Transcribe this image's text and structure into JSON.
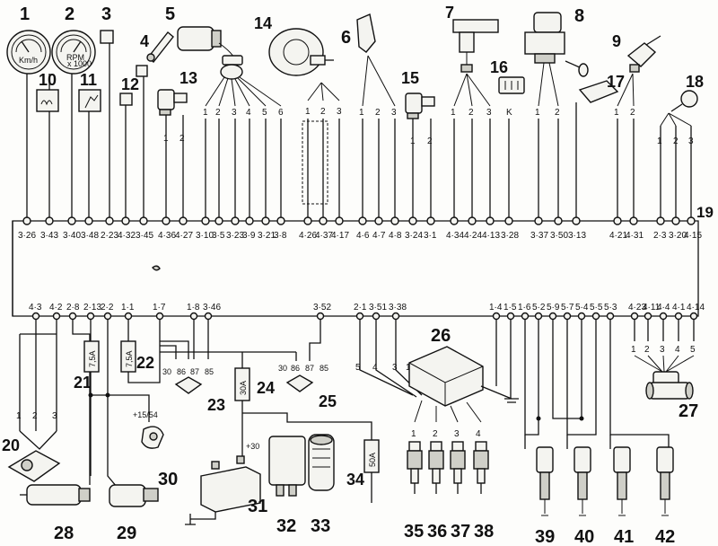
{
  "components": {
    "c1": "1",
    "c2": "2",
    "c3": "3",
    "c4": "4",
    "c5": "5",
    "c6": "6",
    "c7": "7",
    "c8": "8",
    "c9": "9",
    "c10": "10",
    "c11": "11",
    "c12": "12",
    "c13": "13",
    "c14": "14",
    "c15": "15",
    "c16": "16",
    "c17": "17",
    "c18": "18",
    "c19": "19",
    "c20": "20",
    "c21": "21",
    "c22": "22",
    "c23": "23",
    "c24": "24",
    "c25": "25",
    "c26": "26",
    "c27": "27",
    "c28": "28",
    "c29": "29",
    "c30": "30",
    "c31": "31",
    "c32": "32",
    "c33": "33",
    "c34": "34",
    "c35": "35",
    "c36": "36",
    "c37": "37",
    "c38": "38",
    "c39": "39",
    "c40": "40",
    "c41": "41",
    "c42": "42"
  },
  "gauges": {
    "speedo_unit": "Km/h",
    "tacho_unit": "RPM",
    "tacho_scale": "x 1000"
  },
  "top_connector_pins": [
    "3·26",
    "3·43",
    "3·40",
    "3·48",
    "2·23",
    "4·32",
    "3·45",
    "4·36",
    "4·27",
    "3·10",
    "3·5",
    "3·23",
    "3·9",
    "3·21",
    "3·8",
    "4·26",
    "4·37",
    "4·17",
    "4·6",
    "4·7",
    "4·8",
    "3·24",
    "3·1",
    "4·34",
    "4·24",
    "4·13",
    "3·28",
    "3·37",
    "3·50",
    "3·13",
    "4·21",
    "4·31",
    "2·3",
    "3·20",
    "4·15"
  ],
  "bottom_connector_pins": [
    "4·3",
    "4·2",
    "2·8",
    "2·13",
    "2·2",
    "1·1",
    "1·7",
    "1·8",
    "3·46",
    "3·52",
    "2·1",
    "3·51",
    "3·38",
    "1·4",
    "1·5",
    "1·6",
    "5·2",
    "5·9",
    "5·7",
    "5·4",
    "5·5",
    "5·3",
    "4·23",
    "4·11",
    "4·4",
    "4·1",
    "4·14"
  ],
  "wire_numbers": {
    "w1": "1",
    "w2": "2",
    "w3": "3",
    "w4": "4",
    "w5": "5",
    "w6": "6",
    "wK": "K"
  },
  "relay_pins": {
    "p30": "30",
    "p86": "86",
    "p87": "87",
    "p85": "85"
  },
  "fuses": {
    "f21": "7,5A",
    "f22": "7,5A",
    "f24": "30A",
    "f34": "50A"
  },
  "supply": {
    "ign": "+15/54",
    "bat": "+30"
  }
}
